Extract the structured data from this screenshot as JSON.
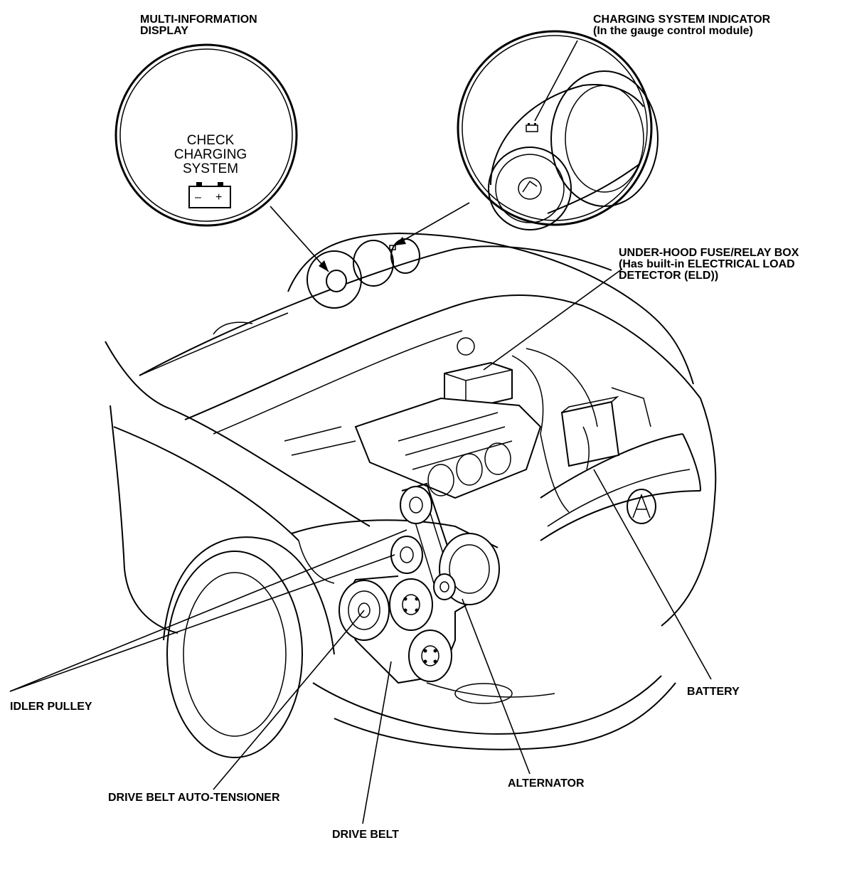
{
  "labels": {
    "multi_info_1": "MULTI-INFORMATION",
    "multi_info_2": "DISPLAY",
    "charging_ind_1": "CHARGING SYSTEM INDICATOR",
    "charging_ind_2": "(In the gauge control module)",
    "fuse_box_1": "UNDER-HOOD FUSE/RELAY BOX",
    "fuse_box_2": "(Has built-in ELECTRICAL LOAD",
    "fuse_box_3": "DETECTOR (ELD))",
    "idler_pulley": "IDLER PULLEY",
    "battery": "BATTERY",
    "alternator": "ALTERNATOR",
    "auto_tensioner": "DRIVE BELT AUTO-TENSIONER",
    "drive_belt": "DRIVE BELT"
  },
  "display": {
    "line1": "CHECK",
    "line2": "CHARGING",
    "line3": "SYSTEM",
    "battery_minus": "–",
    "battery_plus": "+"
  },
  "icons": [
    "battery-warning-icon",
    "charging-indicator-icon",
    "acura-logo"
  ]
}
